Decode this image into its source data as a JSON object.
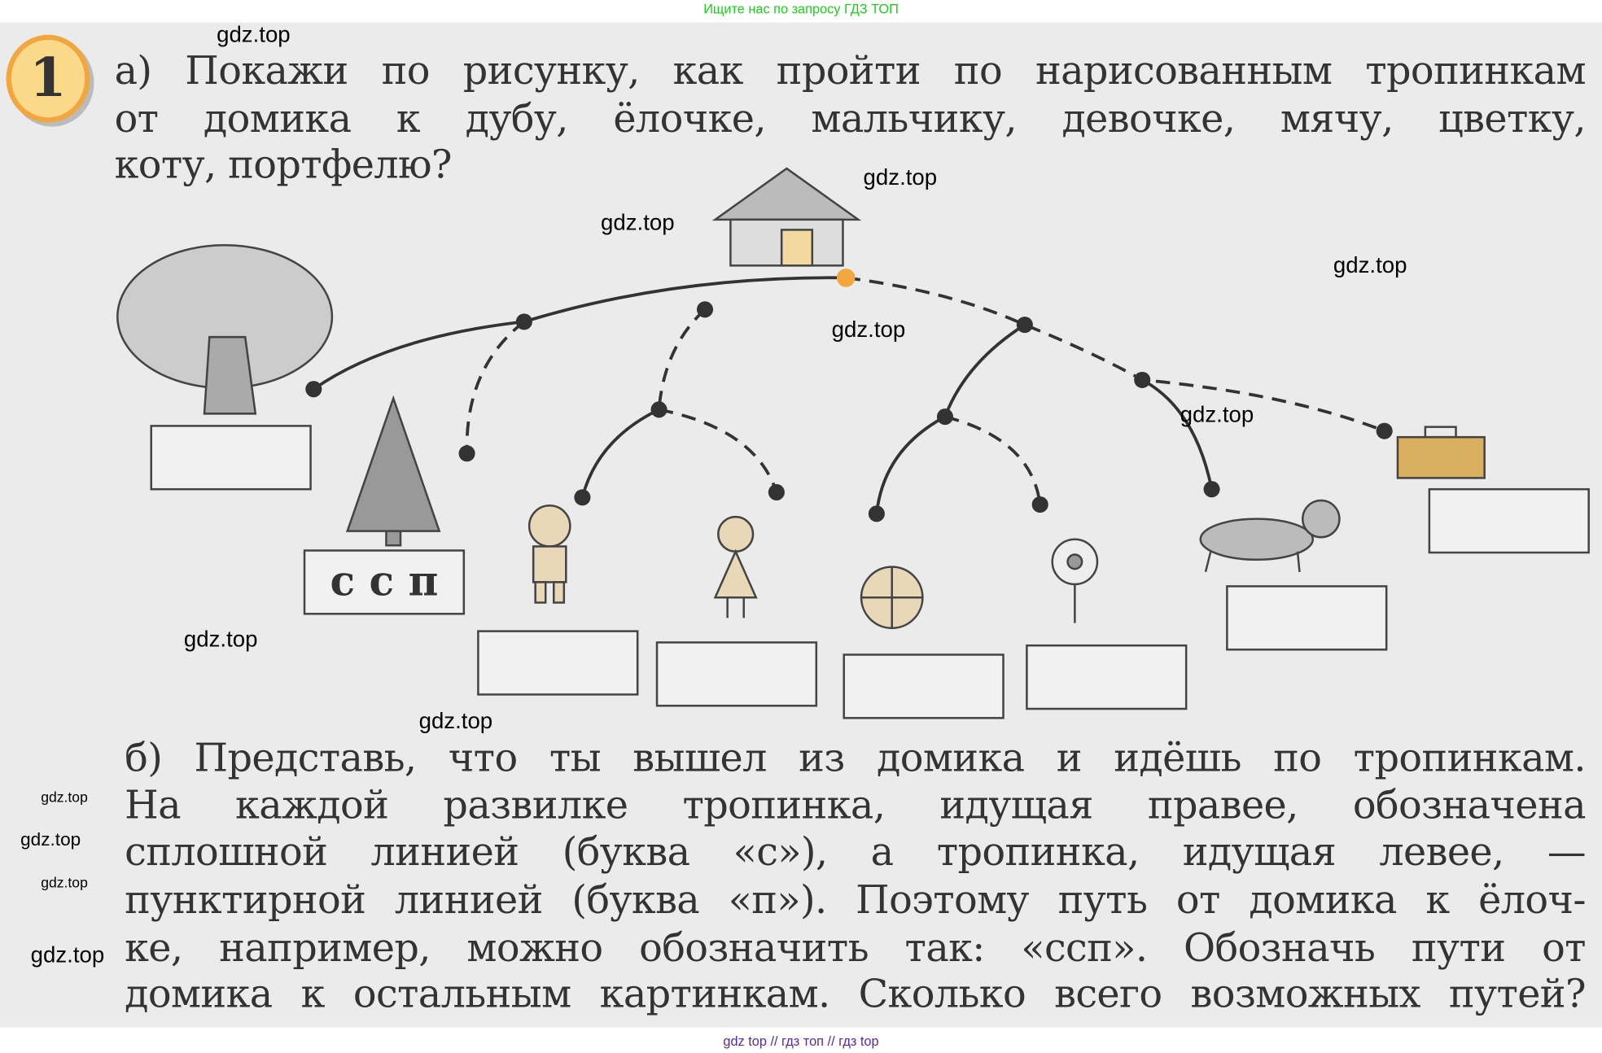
{
  "banner": "Ищите нас по запросу ГДЗ ТОП",
  "task_number": "1",
  "part_a": [
    "а) Покажи по рисунку, как пройти по нарисованным тропинкам",
    "от домика к дубу, ёлочке, мальчику, девочке, мячу, цветку,",
    "коту, портфелю?"
  ],
  "part_b": [
    "б) Представь, что ты вышел из домика и идёшь по тропинкам.",
    "На каждой развилке тропинка, идущая правее, обозначена",
    "сплошной линией (буква «с»), а тропинка, идущая левее, —",
    "пунктирной линией (буква «п»). Поэтому путь от домика к ёлоч-",
    "ке, например, можно обозначить так: «ссп». Обозначь пути от",
    "домика к остальным картинкам. Сколько всего возможных путей?"
  ],
  "answer_boxes": {
    "oak": "",
    "spruce": "с с п",
    "boy": "",
    "girl": "",
    "ball": "",
    "flower": "",
    "cat": "",
    "briefcase": ""
  },
  "watermarks": [
    "gdz.top",
    "gdz.top",
    "gdz.top",
    "gdz.top",
    "gdz.top",
    "gdz.top",
    "gdz.top",
    "gdz.top",
    "gdz.top",
    "gdz.top",
    "gdz.top",
    "gdz.top"
  ],
  "footer": "gdz top // гдз топ // гдз top",
  "colors": {
    "accent": "#f2a640",
    "watermark_green": "#1fcc1f",
    "footer": "#5a2a9a"
  }
}
